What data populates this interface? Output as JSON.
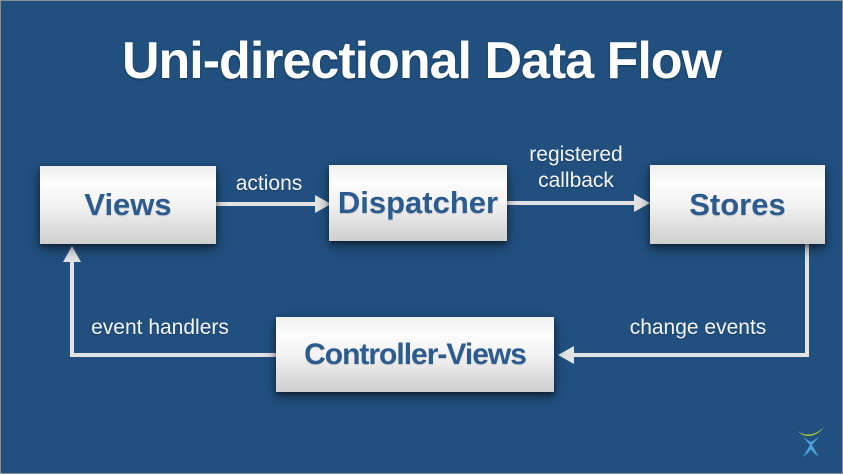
{
  "slide": {
    "title": "Uni-directional Data Flow",
    "background_color": "#21507F",
    "border_color": "#8B9097"
  },
  "diagram": {
    "nodes": [
      {
        "id": "views",
        "label": "Views"
      },
      {
        "id": "dispatcher",
        "label": "Dispatcher"
      },
      {
        "id": "stores",
        "label": "Stores"
      },
      {
        "id": "controller_views",
        "label": "Controller-Views"
      }
    ],
    "edges": [
      {
        "from": "views",
        "to": "dispatcher",
        "label": "actions"
      },
      {
        "from": "dispatcher",
        "to": "stores",
        "label": "registered callback"
      },
      {
        "from": "stores",
        "to": "controller_views",
        "label": "change events"
      },
      {
        "from": "controller_views",
        "to": "views",
        "label": "event handlers"
      }
    ],
    "node_text_color": "#2B5B8F",
    "arrow_color": "#E3E3E3",
    "label_text_color": "#F4F4F4"
  },
  "logo": {
    "name": "atlassian-logo",
    "arc_color": "#A6C93B",
    "figure_color": "#4E9FD9"
  }
}
